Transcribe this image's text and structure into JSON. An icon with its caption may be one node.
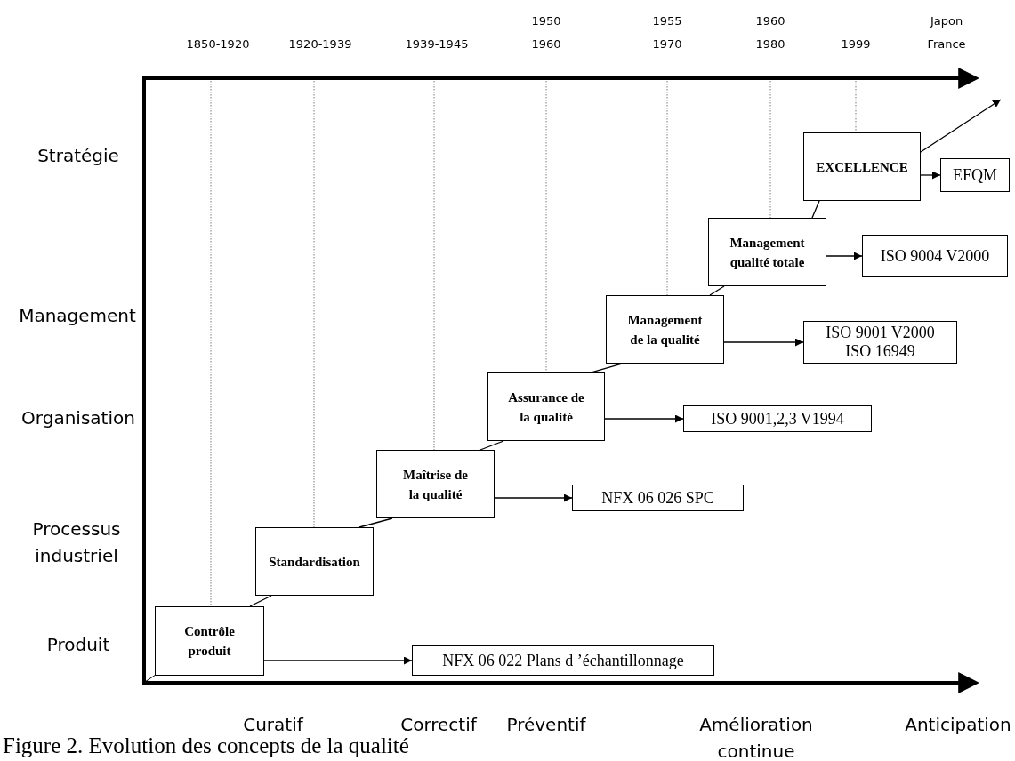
{
  "diagram": {
    "caption": "Figure 2. Evolution des concepts de la qualité",
    "nodes": [
      {
        "text": [
          "Contrôle produit"
        ]
      },
      {
        "text": [
          "Standardisation"
        ]
      },
      {
        "text": [
          "Maîtrise de la qualité"
        ]
      },
      {
        "text": [
          "Assurance de la qualité"
        ]
      },
      {
        "text": [
          "Management de la qualité"
        ]
      },
      {
        "text": [
          "Management qualité totale"
        ]
      },
      {
        "text": [
          "EXCELLENCE"
        ]
      },
      {
        "text": [
          "NFX 06 022 Plans d ’échantillonnage"
        ]
      },
      {
        "text": [
          "NFX 06 026 SPC"
        ]
      },
      {
        "text": [
          "ISO 9001,2,3 V1994"
        ]
      },
      {
        "text": [
          "ISO 9001 V2000",
          "ISO 16949"
        ]
      },
      {
        "text": [
          "ISO 9004 V2000"
        ]
      },
      {
        "text": [
          "EFQM"
        ]
      }
    ],
    "edges": [
      {
        "from": 0,
        "to": 1,
        "arrow": "none"
      },
      {
        "from": 1,
        "to": 2,
        "arrow": "none"
      },
      {
        "from": 2,
        "to": 3,
        "arrow": "none"
      },
      {
        "from": 3,
        "to": 4,
        "arrow": "none"
      },
      {
        "from": 4,
        "to": 5,
        "arrow": "none"
      },
      {
        "from": 5,
        "to": 6,
        "arrow": "none"
      },
      {
        "from": 6,
        "to": null,
        "arrow": "to"
      },
      {
        "from": 0,
        "to": 7,
        "arrow": "to"
      },
      {
        "from": 2,
        "to": 8,
        "arrow": "to"
      },
      {
        "from": 3,
        "to": 9,
        "arrow": "to"
      },
      {
        "from": 4,
        "to": 10,
        "arrow": "to"
      },
      {
        "from": 5,
        "to": 11,
        "arrow": "to"
      },
      {
        "from": 6,
        "to": 12,
        "arrow": "to"
      }
    ],
    "labels": [
      "1850-1920",
      "1920-1939",
      "1939-1945",
      "1950 1960",
      "1955 1970",
      "1960 1980",
      "1999",
      "Japon France",
      "Stratégie",
      "Management",
      "Organisation",
      "Processus industriel",
      "Produit",
      "Curatif",
      "Correctif",
      "Préventif",
      "Amélioration continue",
      "Anticipation"
    ]
  }
}
